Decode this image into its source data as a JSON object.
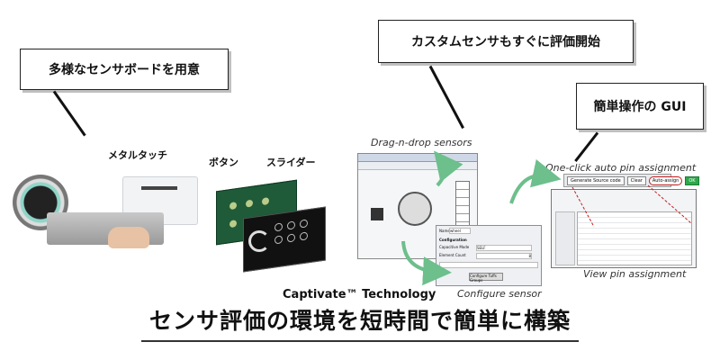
{
  "callouts": {
    "sensor_boards": "多様なセンサボードを用意",
    "custom_sensor": "カスタムセンサもすぐに評価開始",
    "simple_gui": "簡単操作の GUI"
  },
  "product_labels": {
    "metal_touch": "メタルタッチ",
    "button": "ボタン",
    "slider": "スライダー"
  },
  "captions": {
    "drag_drop": "Drag-n-drop sensors",
    "one_click": "One-click auto pin assignment",
    "configure": "Configure sensor",
    "view_pin": "View pin assignment",
    "technology": "Captivate™ Technology"
  },
  "gui_buttons": {
    "generate": "Generate Source code",
    "clear": "Clear",
    "auto_assign": "Auto-assign",
    "ok": "OK"
  },
  "config_panel": {
    "name_label": "Name",
    "name_value": "wheel",
    "section": "Configuration",
    "mode_label": "Capacitive Mode",
    "mode_value": "SELF",
    "count_label": "Element Count",
    "count_value": "8",
    "config_button": "Configure Tuffs Groups"
  },
  "footer_title": "センサ評価の環境を短時間で簡単に構築",
  "colors": {
    "arrow_green": "#6dbf8c",
    "highlight_red": "#c02020"
  }
}
